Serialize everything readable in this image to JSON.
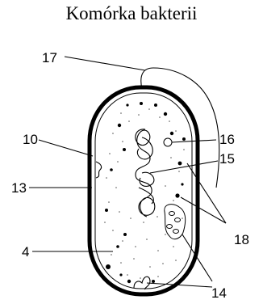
{
  "title": "Komórka bakterii",
  "labels": {
    "l17": "17",
    "l16": "16",
    "l10": "10",
    "l15": "15",
    "l13": "13",
    "l18": "18",
    "l4": "4",
    "l14": "14"
  }
}
